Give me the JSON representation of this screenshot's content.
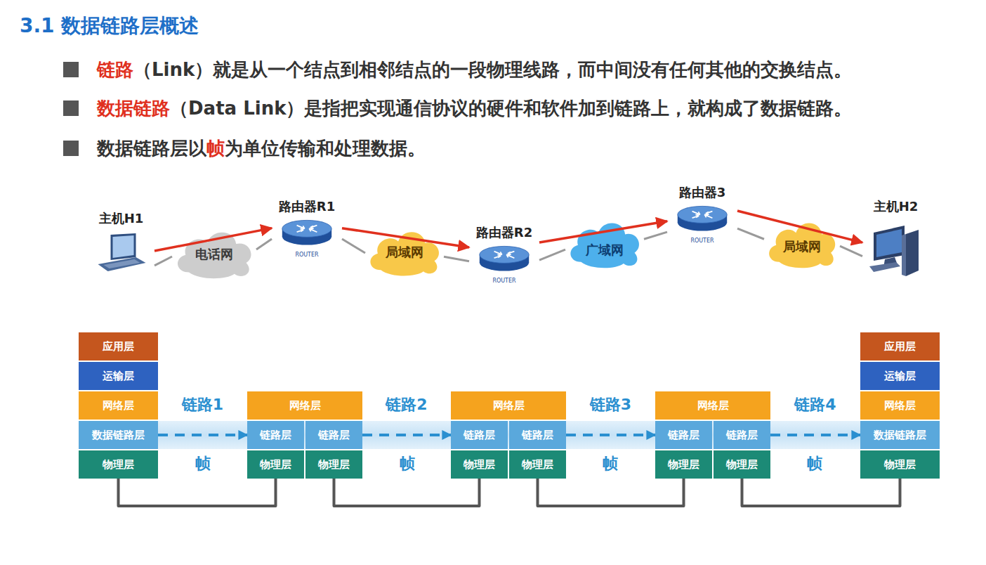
{
  "diagram": {
    "title": "3.1 数据链路层概述",
    "nodes": [
      {
        "text": [
          "主机H1"
        ]
      },
      {
        "text": [
          "电话网"
        ]
      },
      {
        "text": [
          "路由器R1",
          "ROUTER"
        ]
      },
      {
        "text": [
          "局域网"
        ]
      },
      {
        "text": [
          "路由器R2",
          "ROUTER"
        ]
      },
      {
        "text": [
          "广域网"
        ]
      },
      {
        "text": [
          "路由器3",
          "ROUTER"
        ]
      },
      {
        "text": [
          "局域网"
        ]
      },
      {
        "text": [
          "主机H2"
        ]
      },
      {
        "text": [
          "应用层"
        ]
      },
      {
        "text": [
          "运输层"
        ]
      },
      {
        "text": [
          "网络层"
        ]
      },
      {
        "text": [
          "数据链路层"
        ]
      },
      {
        "text": [
          "物理层"
        ]
      },
      {
        "text": [
          "网络层"
        ]
      },
      {
        "text": [
          "链路层"
        ]
      },
      {
        "text": [
          "链路层"
        ]
      },
      {
        "text": [
          "物理层"
        ]
      },
      {
        "text": [
          "物理层"
        ]
      },
      {
        "text": [
          "网络层"
        ]
      },
      {
        "text": [
          "链路层"
        ]
      },
      {
        "text": [
          "链路层"
        ]
      },
      {
        "text": [
          "物理层"
        ]
      },
      {
        "text": [
          "物理层"
        ]
      },
      {
        "text": [
          "网络层"
        ]
      },
      {
        "text": [
          "链路层"
        ]
      },
      {
        "text": [
          "链路层"
        ]
      },
      {
        "text": [
          "物理层"
        ]
      },
      {
        "text": [
          "物理层"
        ]
      },
      {
        "text": [
          "应用层"
        ]
      },
      {
        "text": [
          "运输层"
        ]
      },
      {
        "text": [
          "网络层"
        ]
      },
      {
        "text": [
          "数据链路层"
        ]
      },
      {
        "text": [
          "物理层"
        ]
      }
    ],
    "edges": [
      {
        "from": 0,
        "to": 2,
        "arrow": "to"
      },
      {
        "from": 2,
        "to": 4,
        "arrow": "to"
      },
      {
        "from": 4,
        "to": 6,
        "arrow": "to"
      },
      {
        "from": 6,
        "to": 8,
        "arrow": "to"
      },
      {
        "from": 0,
        "to": 1,
        "arrow": "none"
      },
      {
        "from": 1,
        "to": 2,
        "arrow": "none"
      },
      {
        "from": 2,
        "to": 3,
        "arrow": "none"
      },
      {
        "from": 3,
        "to": 4,
        "arrow": "none"
      },
      {
        "from": 4,
        "to": 5,
        "arrow": "none"
      },
      {
        "from": 5,
        "to": 6,
        "arrow": "none"
      },
      {
        "from": 6,
        "to": 7,
        "arrow": "none"
      },
      {
        "from": 7,
        "to": 8,
        "arrow": "none"
      },
      {
        "from": 12,
        "to": 15,
        "label": "链路1",
        "arrow": "to"
      },
      {
        "from": 16,
        "to": 20,
        "label": "链路2",
        "arrow": "to"
      },
      {
        "from": 21,
        "to": 25,
        "label": "链路3",
        "arrow": "to"
      },
      {
        "from": 26,
        "to": 32,
        "label": "链路4",
        "arrow": "to"
      },
      {
        "from": 13,
        "to": 17,
        "arrow": "none"
      },
      {
        "from": 18,
        "to": 22,
        "arrow": "none"
      },
      {
        "from": 23,
        "to": 27,
        "arrow": "none"
      },
      {
        "from": 28,
        "to": 33,
        "arrow": "none"
      }
    ],
    "labels": [
      "链路",
      "（Link）就是从一个结点到相邻结点的一段物理线路，而中间没有任何其他的交换结点。",
      "数据链路",
      "（Data Link）是指把实现通信协议的硬件和软件加到链路上，就构成了数据链路。",
      "数据链路层以",
      "帧",
      "为单位传输和处理数据。",
      "帧",
      "帧",
      "帧",
      "帧"
    ]
  }
}
